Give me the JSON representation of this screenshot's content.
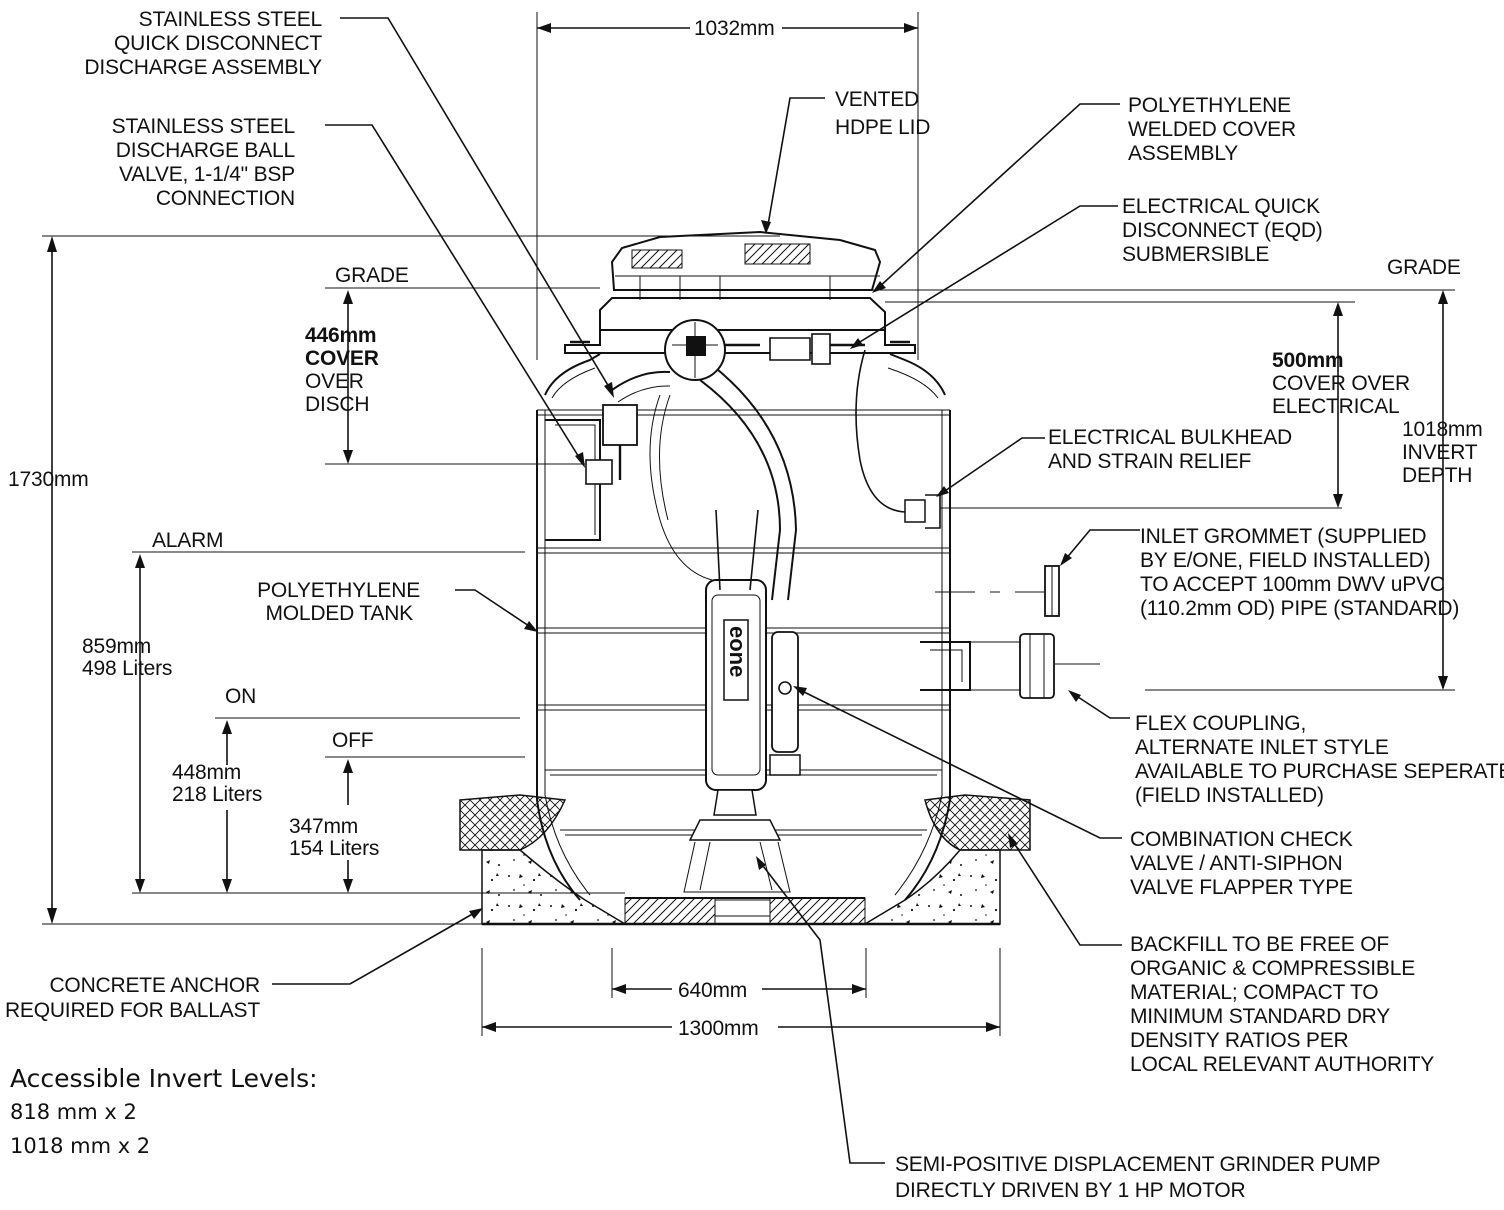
{
  "labels": {
    "dim_top": "1032mm",
    "dim_total_height": "1730mm",
    "dim_base_inner": "640mm",
    "dim_base_outer": "1300mm",
    "grade_left": "GRADE",
    "grade_right": "GRADE",
    "alarm": "ALARM",
    "on": "ON",
    "off": "OFF",
    "vol_alarm": [
      "859mm",
      "498 Liters"
    ],
    "vol_on": [
      "448mm",
      "218 Liters"
    ],
    "vol_off": [
      "347mm",
      "154 Liters"
    ],
    "cover_disch": [
      "446mm",
      "COVER",
      "OVER",
      "DISCH"
    ],
    "cover_elec": [
      "500mm",
      "COVER OVER",
      "ELECTRICAL"
    ],
    "invert_depth": [
      "1018mm",
      "INVERT",
      "DEPTH"
    ],
    "stainless_quick": [
      "STAINLESS STEEL",
      "QUICK DISCONNECT",
      "DISCHARGE ASSEMBLY"
    ],
    "stainless_ball": [
      "STAINLESS STEEL",
      "DISCHARGE BALL",
      "VALVE, 1-1/4\" BSP",
      "CONNECTION"
    ],
    "vented_lid": [
      "VENTED",
      "HDPE LID"
    ],
    "poly_cover": [
      "POLYETHYLENE",
      "WELDED COVER",
      "ASSEMBLY"
    ],
    "eqd": [
      "ELECTRICAL QUICK",
      "DISCONNECT (EQD)",
      "SUBMERSIBLE"
    ],
    "bulkhead": [
      "ELECTRICAL BULKHEAD",
      "AND STRAIN RELIEF"
    ],
    "inlet_grommet": [
      "INLET GROMMET (SUPPLIED",
      "BY E/ONE, FIELD INSTALLED)",
      "TO ACCEPT 100mm DWV uPVC",
      "(110.2mm OD) PIPE (STANDARD)"
    ],
    "flex_coupling": [
      "FLEX COUPLING,",
      "ALTERNATE INLET STYLE",
      "AVAILABLE TO PURCHASE SEPERATELY",
      "(FIELD INSTALLED)"
    ],
    "check_valve": [
      "COMBINATION CHECK",
      "VALVE / ANTI-SIPHON",
      "VALVE FLAPPER TYPE"
    ],
    "backfill": [
      "BACKFILL TO BE FREE OF",
      "ORGANIC & COMPRESSIBLE",
      "MATERIAL; COMPACT TO",
      "MINIMUM STANDARD DRY",
      "DENSITY RATIOS PER",
      "LOCAL RELEVANT AUTHORITY"
    ],
    "poly_tank": [
      "POLYETHYLENE",
      "MOLDED TANK"
    ],
    "concrete": [
      "CONCRETE ANCHOR",
      "REQUIRED FOR BALLAST"
    ],
    "pump": [
      "SEMI-POSITIVE DISPLACEMENT GRINDER PUMP",
      "DIRECTLY DRIVEN BY 1 HP MOTOR"
    ],
    "pump_brand": "eone"
  },
  "notes": {
    "title": "Accessible Invert Levels:",
    "lines": [
      "818 mm x 2",
      "1018 mm x 2"
    ]
  }
}
